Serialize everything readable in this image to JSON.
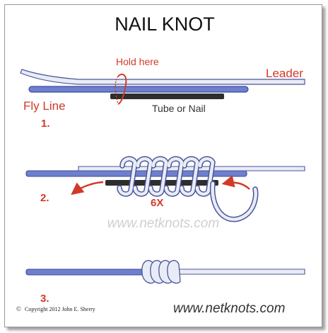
{
  "title": "NAIL KNOT",
  "labels": {
    "hold_here": "Hold here",
    "leader": "Leader",
    "fly_line": "Fly Line",
    "tube_or_nail": "Tube or Nail",
    "wraps": "6X"
  },
  "steps": [
    "1.",
    "2.",
    "3."
  ],
  "watermark": "www.netknots.com",
  "footer": {
    "copyright_symbol": "©",
    "copyright": "Copyright  2012  John E. Sherry",
    "website": "www.netknots.com"
  },
  "colors": {
    "fly_line": "#6f7fcd",
    "fly_line_dark": "#3c4a9a",
    "leader": "#e9ecf6",
    "nail": "#2e2e2e",
    "label_red": "#d23a28",
    "watermark": "#cfcfcf"
  }
}
